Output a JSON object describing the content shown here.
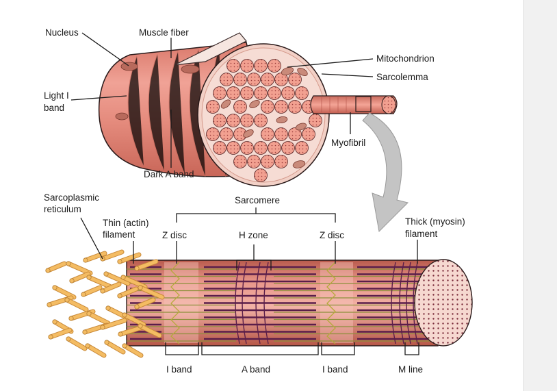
{
  "labels": {
    "nucleus": "Nucleus",
    "muscle_fiber": "Muscle fiber",
    "mitochondrion": "Mitochondrion",
    "sarcolemma": "Sarcolemma",
    "light_i_band_line1": "Light I",
    "light_i_band_line2": "band",
    "myofibril": "Myofibril",
    "dark_a_band": "Dark A band",
    "sarcoplasmic_line1": "Sarcoplasmic",
    "sarcoplasmic_line2": "reticulum",
    "sarcomere": "Sarcomere",
    "thin_line1": "Thin (actin)",
    "thin_line2": "filament",
    "z_disc_left": "Z disc",
    "h_zone": "H zone",
    "z_disc_right": "Z disc",
    "thick_line1": "Thick (myosin)",
    "thick_line2": "filament",
    "i_band_left": "I band",
    "a_band": "A band",
    "i_band_right": "I band",
    "m_line": "M line"
  },
  "colors": {
    "muscle": "#e8968a",
    "muscle_dark": "#c8685a",
    "muscle_light": "#f4bfb4",
    "myofibril_fill": "#f08a7c",
    "mito": "#c98a7a",
    "sr": "#f4bc63",
    "thick_filament": "#5a1e4a",
    "thin_filament": "#7a8a3a",
    "arrow": "#b8b8b8",
    "panel": "#f1f1f1"
  }
}
